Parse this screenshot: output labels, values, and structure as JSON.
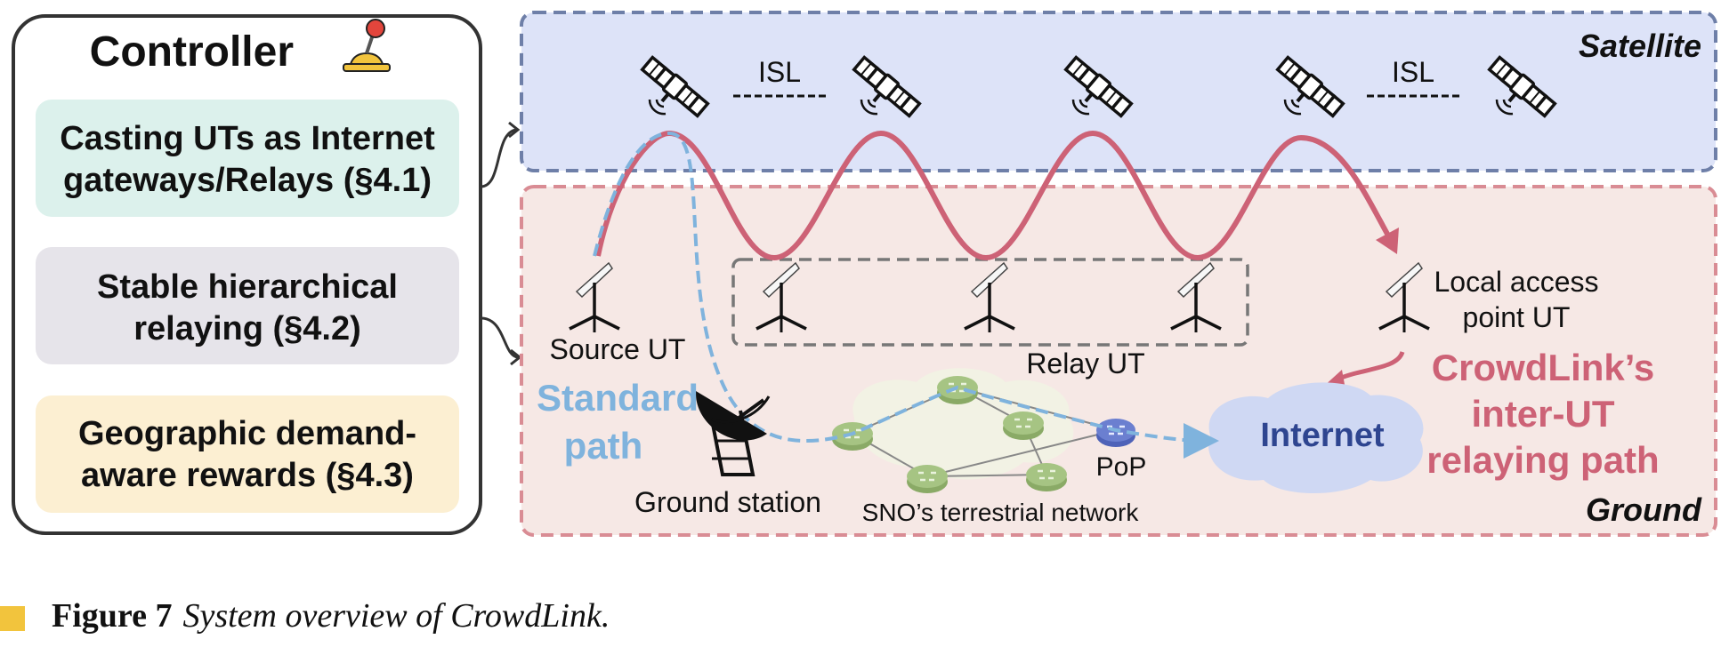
{
  "controller": {
    "title": "Controller",
    "modules": [
      {
        "line1": "Casting UTs as Internet",
        "line2": "gateways/Relays (§4.1)",
        "color": "#dcf1ec"
      },
      {
        "line1": "Stable hierarchical",
        "line2": "relaying (§4.2)",
        "color": "#e6e4ea"
      },
      {
        "line1": "Geographic demand-",
        "line2": "aware rewards (§4.3)",
        "color": "#fcefd2"
      }
    ]
  },
  "satellite_layer": {
    "label": "Satellite",
    "color": "#dde3f8",
    "border": "#6e7fa8",
    "isl_labels": [
      "ISL",
      "ISL"
    ]
  },
  "ground_layer": {
    "label": "Ground",
    "color": "#f6e8e5",
    "border": "#d98c94"
  },
  "ground": {
    "source_ut": "Source UT",
    "relay_ut": "Relay UT",
    "local_ap": {
      "line1": "Local access",
      "line2": "point UT"
    },
    "ground_station": "Ground station",
    "terrestrial": "SNO’s terrestrial network",
    "pop": "PoP",
    "internet": "Internet"
  },
  "paths": {
    "standard": {
      "line1": "Standard",
      "line2": "path",
      "color": "#7fb3dd"
    },
    "crowdlink": {
      "line1": "CrowdLink’s",
      "line2": "inter-UT",
      "line3": "relaying path",
      "color": "#cd6276"
    }
  },
  "caption": {
    "label": "Figure 7",
    "text": "System overview of CrowdLink."
  }
}
